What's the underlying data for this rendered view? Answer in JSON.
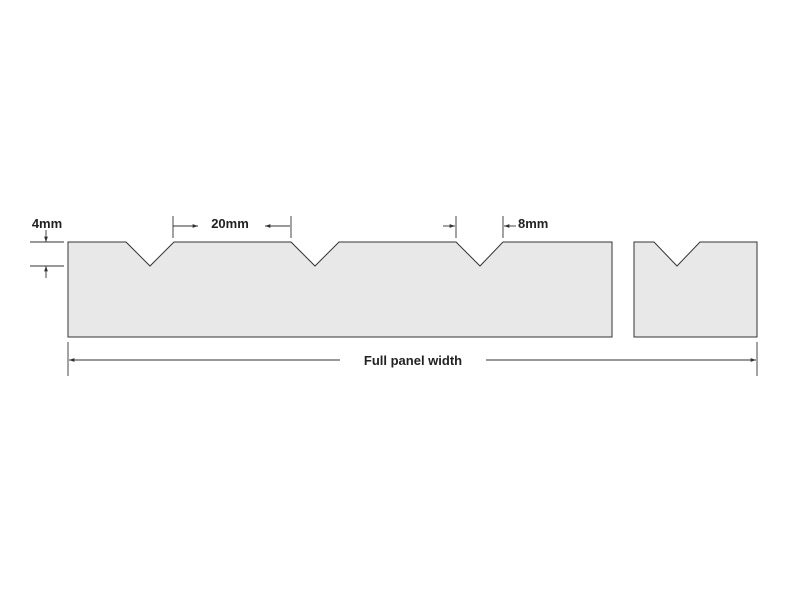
{
  "colors": {
    "panel_fill": "#e8e8e8",
    "line": "#333333",
    "text": "#222222",
    "background": "#ffffff"
  },
  "labels": {
    "depth": "4mm",
    "pitch": "20mm",
    "groove_width": "8mm",
    "full_width": "Full panel width"
  }
}
